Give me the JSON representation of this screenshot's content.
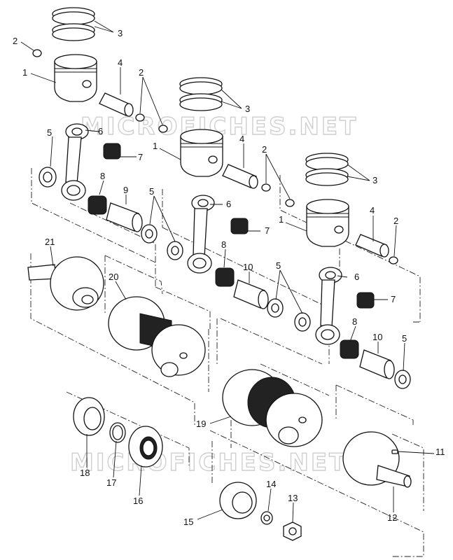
{
  "watermarks": [
    "MICROFICHES.NET",
    "MICROFICHES.NET"
  ],
  "callouts": [
    {
      "id": "c3a",
      "text": "3"
    },
    {
      "id": "c2a",
      "text": "2"
    },
    {
      "id": "c1a",
      "text": "1"
    },
    {
      "id": "c4a",
      "text": "4"
    },
    {
      "id": "c2b",
      "text": "2"
    },
    {
      "id": "c3b",
      "text": "3"
    },
    {
      "id": "c5a",
      "text": "5"
    },
    {
      "id": "c6a",
      "text": "6"
    },
    {
      "id": "c1b",
      "text": "1"
    },
    {
      "id": "c4b",
      "text": "4"
    },
    {
      "id": "c7a",
      "text": "7"
    },
    {
      "id": "c2c",
      "text": "2"
    },
    {
      "id": "c3c",
      "text": "3"
    },
    {
      "id": "c8a",
      "text": "8"
    },
    {
      "id": "c9",
      "text": "9"
    },
    {
      "id": "c5b",
      "text": "5"
    },
    {
      "id": "c4c",
      "text": "4"
    },
    {
      "id": "c6b",
      "text": "6"
    },
    {
      "id": "c1c",
      "text": "1"
    },
    {
      "id": "c2d",
      "text": "2"
    },
    {
      "id": "c7b",
      "text": "7"
    },
    {
      "id": "c21",
      "text": "21"
    },
    {
      "id": "c8b",
      "text": "8"
    },
    {
      "id": "c5c",
      "text": "5"
    },
    {
      "id": "c10a",
      "text": "10"
    },
    {
      "id": "c6c",
      "text": "6"
    },
    {
      "id": "c20",
      "text": "20"
    },
    {
      "id": "c7c",
      "text": "7"
    },
    {
      "id": "c8c",
      "text": "8"
    },
    {
      "id": "c10b",
      "text": "10"
    },
    {
      "id": "c5d",
      "text": "5"
    },
    {
      "id": "c19",
      "text": "19"
    },
    {
      "id": "c11",
      "text": "11"
    },
    {
      "id": "c18",
      "text": "18"
    },
    {
      "id": "c17",
      "text": "17"
    },
    {
      "id": "c16",
      "text": "16"
    },
    {
      "id": "c14",
      "text": "14"
    },
    {
      "id": "c13",
      "text": "13"
    },
    {
      "id": "c12",
      "text": "12"
    },
    {
      "id": "c15",
      "text": "15"
    }
  ]
}
